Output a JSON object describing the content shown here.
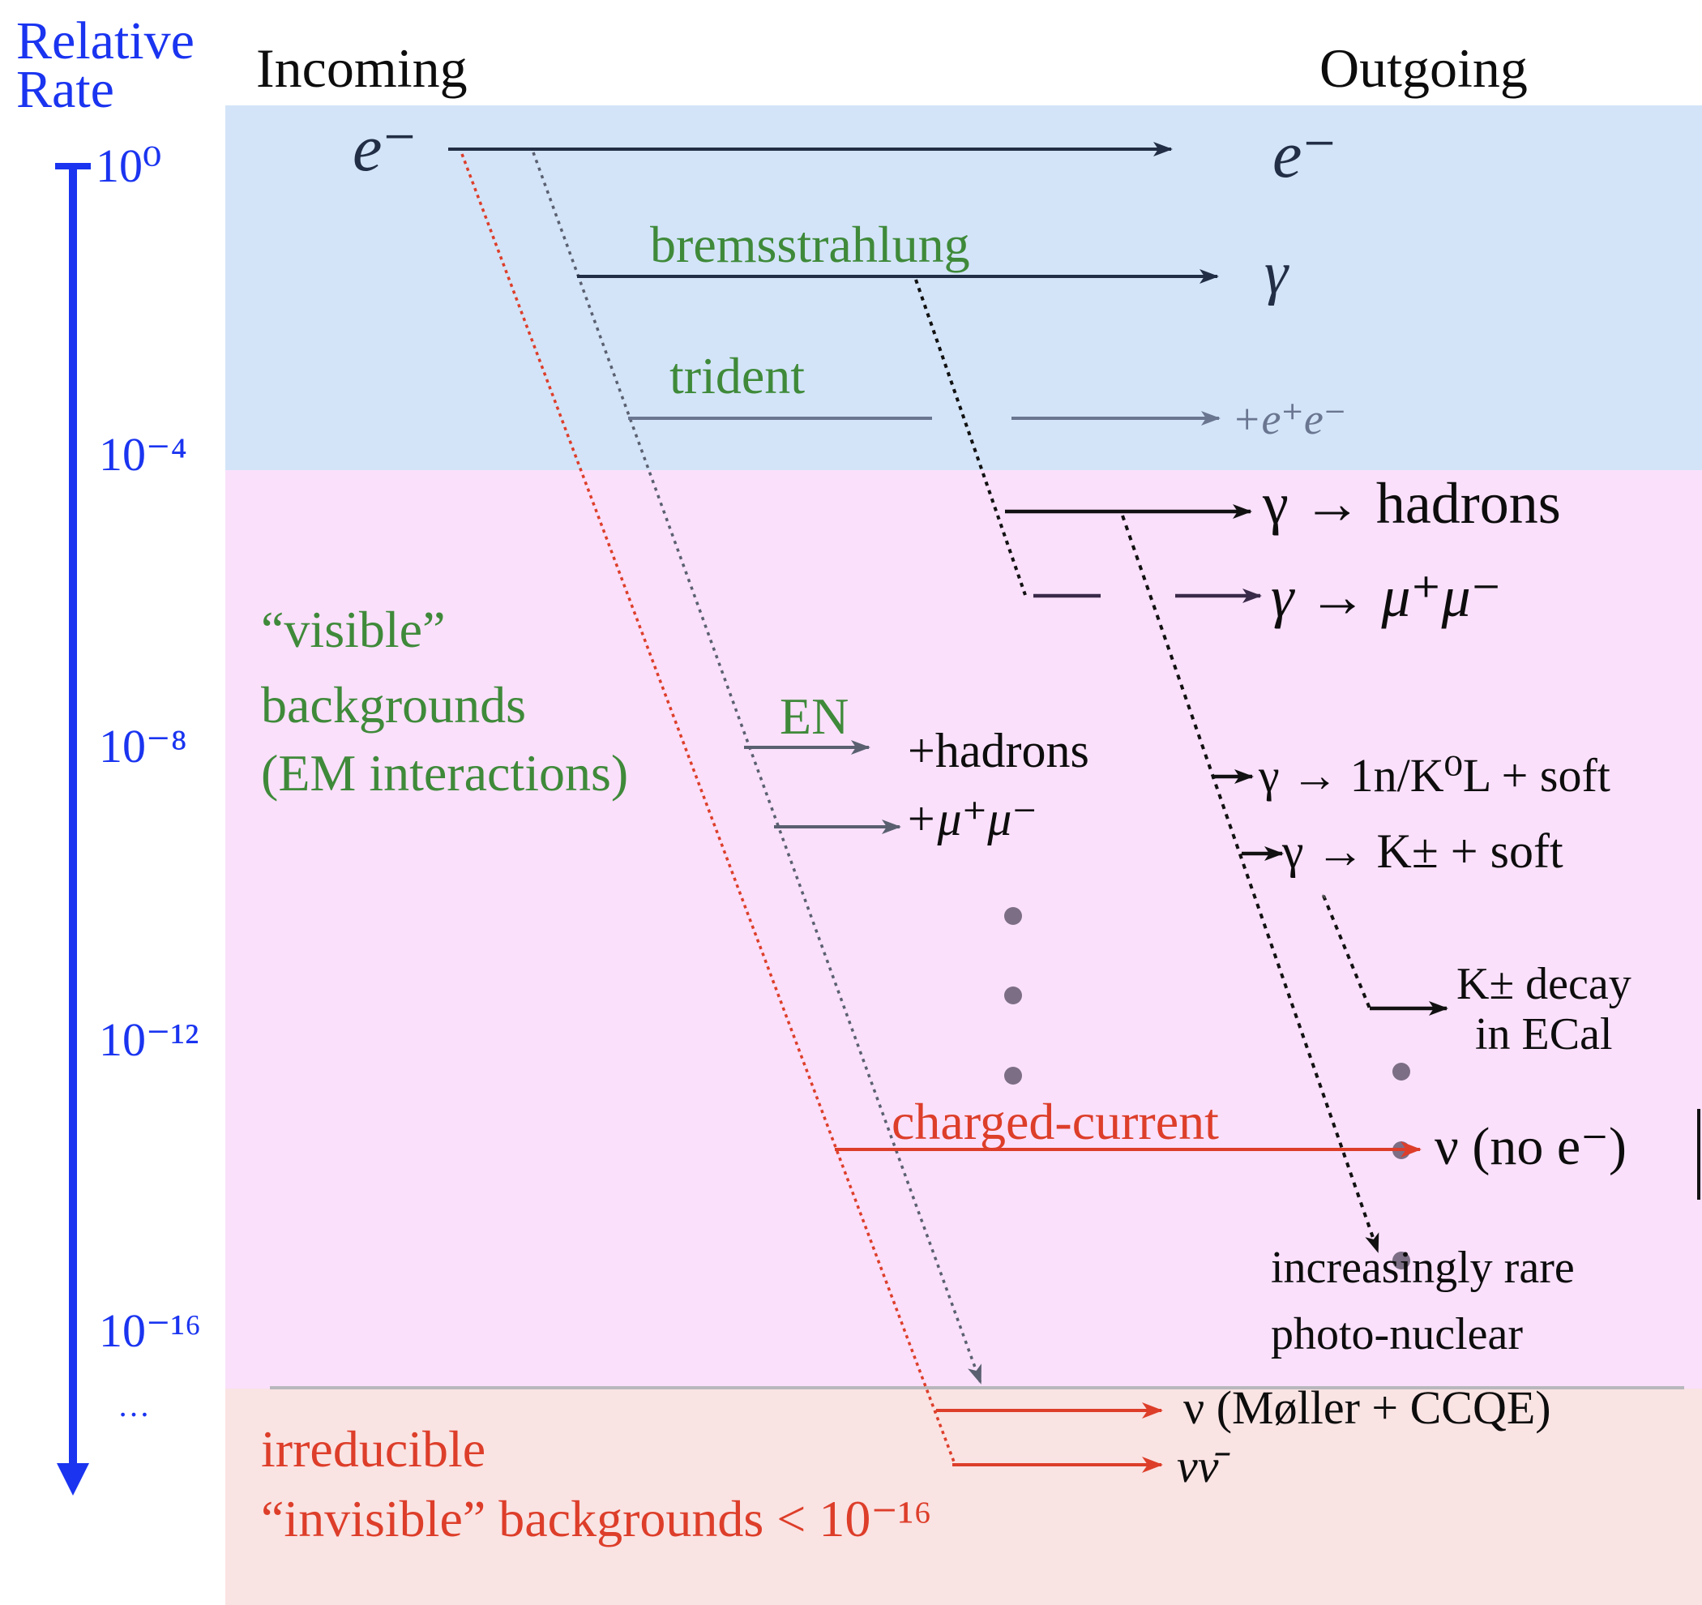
{
  "axis": {
    "title_line1": "Relative",
    "title_line2": "Rate",
    "ticks": [
      "10⁰",
      "10⁻⁴",
      "10⁻⁸",
      "10⁻¹²",
      "10⁻¹⁶",
      "…"
    ]
  },
  "headers": {
    "incoming": "Incoming",
    "outgoing": "Outgoing"
  },
  "particles": {
    "incoming_electron": "e⁻",
    "outgoing_electron": "e⁻",
    "gamma": "γ",
    "trident_products": "+e⁺e⁻"
  },
  "processes": {
    "bremsstrahlung": "bremsstrahlung",
    "trident": "trident",
    "en": "EN",
    "charged_current": "charged-current"
  },
  "outcomes": {
    "gamma_hadrons": "γ → hadrons",
    "gamma_mumu": "γ → μ⁺μ⁻",
    "en_hadrons": "+hadrons",
    "en_mumu": "+μ⁺μ⁻",
    "gamma_1n_kl": "γ → 1n/K⁰L + soft",
    "gamma_kpm": "γ → K± + soft",
    "kpm_decay_line1": "K± decay",
    "kpm_decay_line2": "in ECal",
    "nu_no_e": "ν (no e⁻)",
    "rare_line1": "increasingly rare",
    "rare_line2": "photo-nuclear",
    "nu_moller": "ν (Møller + CCQE)",
    "nu_nubar": "νν̄"
  },
  "regions": {
    "visible_line1": "“visible”",
    "visible_line2": "backgrounds",
    "visible_line3": "(EM interactions)",
    "irreducible_line1": "irreducible",
    "irreducible_line2": "“invisible” backgrounds < 10⁻¹⁶"
  },
  "colors": {
    "band_blue": "#d3e4f8",
    "band_pink": "#fae0fb",
    "band_red": "#fae3e3",
    "axis_blue": "#1a34f0",
    "process_green": "#3f8a3a",
    "invisible_red": "#dd3e2a"
  }
}
